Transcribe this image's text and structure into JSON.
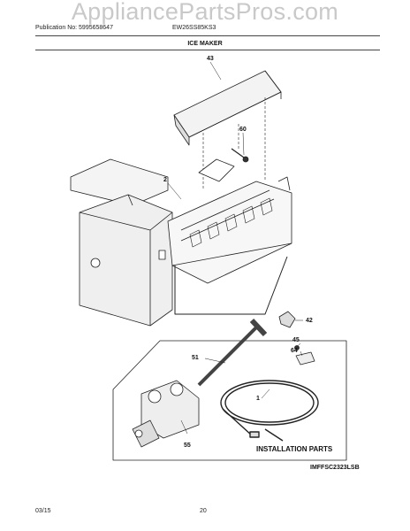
{
  "watermark": "AppliancePartsPros.com",
  "header": {
    "publication": "Publication No: 5995658647",
    "model": "EW26SS85KS3"
  },
  "title": "ICE MAKER",
  "callouts": [
    "43",
    "60",
    "2",
    "42",
    "45",
    "64",
    "51",
    "1",
    "55"
  ],
  "installation_label": "INSTALLATION PARTS",
  "figure_code": "IMFFSC2323LSB",
  "footer": {
    "date": "03/15",
    "page": "20"
  }
}
